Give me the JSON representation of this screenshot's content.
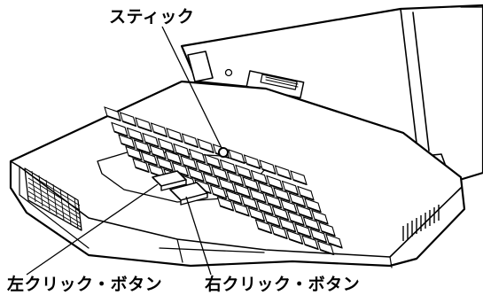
{
  "labels": {
    "stick": "スティック",
    "left_button": "左クリック・ボタン",
    "right_button": "右クリック・ボタン"
  },
  "colors": {
    "line": "#000000",
    "background": "#ffffff"
  },
  "icons": {
    "laptop": "laptop-line-drawing"
  }
}
